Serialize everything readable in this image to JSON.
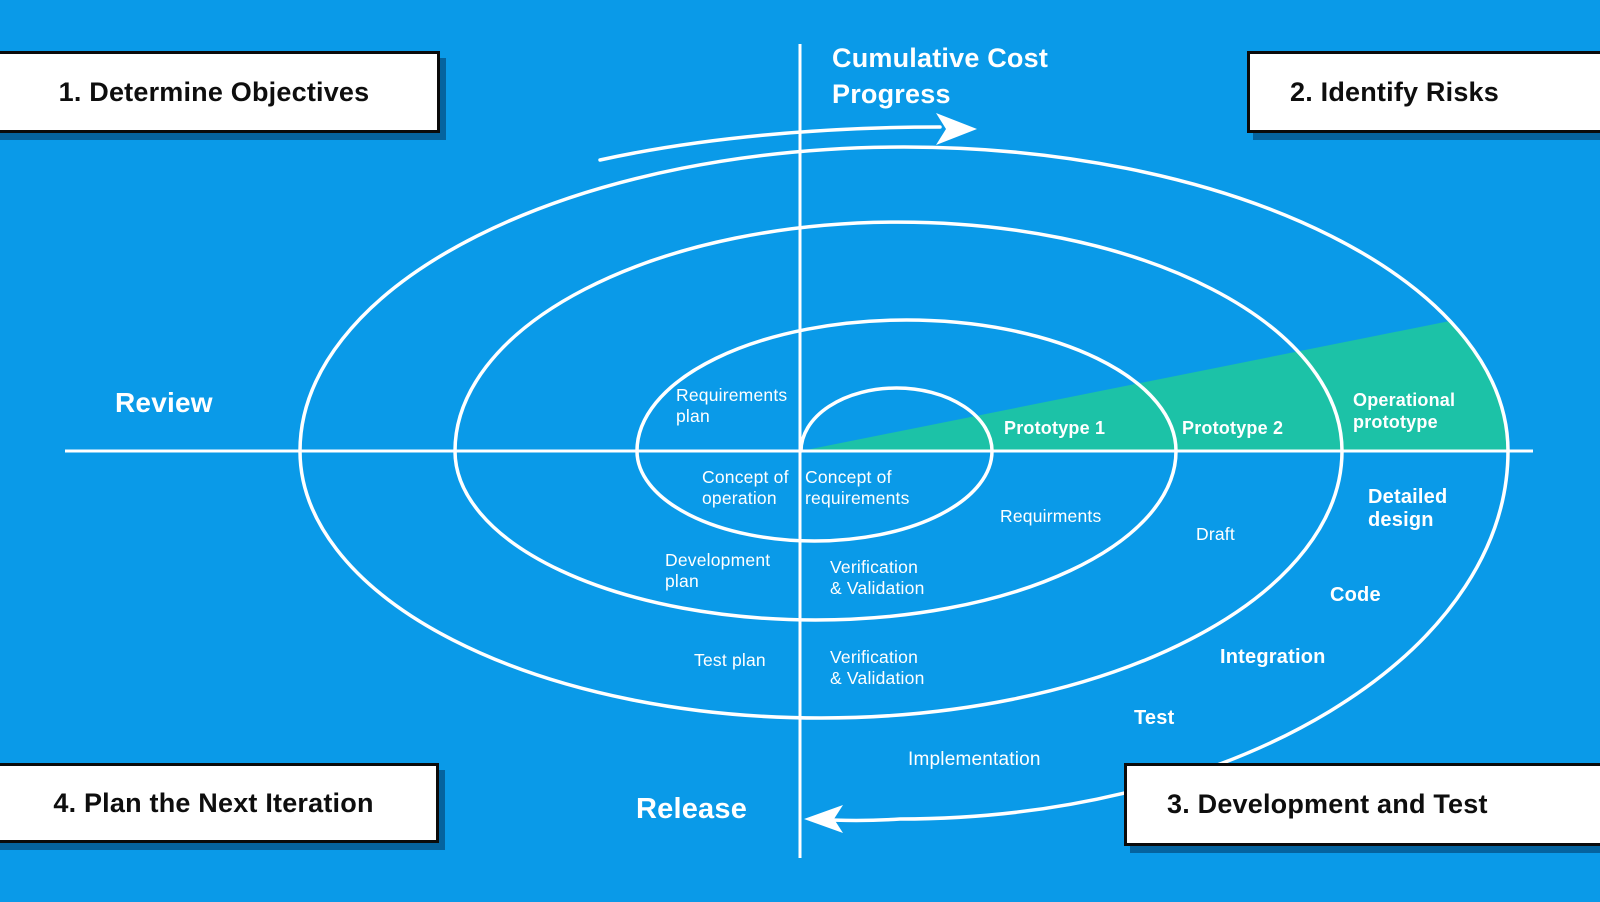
{
  "colors": {
    "background": "#0A9AE8",
    "wedge": "#1CC2A7",
    "line": "#FFFFFF",
    "box_background": "#FFFFFF",
    "box_border": "#0B0B0B",
    "box_text": "#0E0E0E",
    "label_text": "#FFFFFF"
  },
  "corner_boxes": {
    "determine_objectives": "1. Determine Objectives",
    "identify_risks": "2. Identify Risks",
    "development_and_test": "3. Development and Test",
    "plan_next_iteration": "4. Plan the Next Iteration"
  },
  "axes": {
    "top_label": "Cumulative Cost\nProgress",
    "left_label": "Review",
    "bottom_label": "Release"
  },
  "spiral_labels": {
    "requirements_plan": "Requirements\nplan",
    "concept_of_operation": "Concept of\noperation",
    "concept_of_requirements": "Concept of\nrequirements",
    "development_plan": "Development\nplan",
    "verification_validation_1": "Verification\n& Validation",
    "test_plan": "Test plan",
    "verification_validation_2": "Verification\n& Validation",
    "implementation": "Implementation",
    "prototype_1": "Prototype 1",
    "prototype_2": "Prototype 2",
    "operational_prototype": "Operational\nprototype",
    "requirments": "Requirments",
    "draft": "Draft",
    "detailed_design": "Detailed\ndesign",
    "code": "Code",
    "integration": "Integration",
    "test": "Test"
  }
}
